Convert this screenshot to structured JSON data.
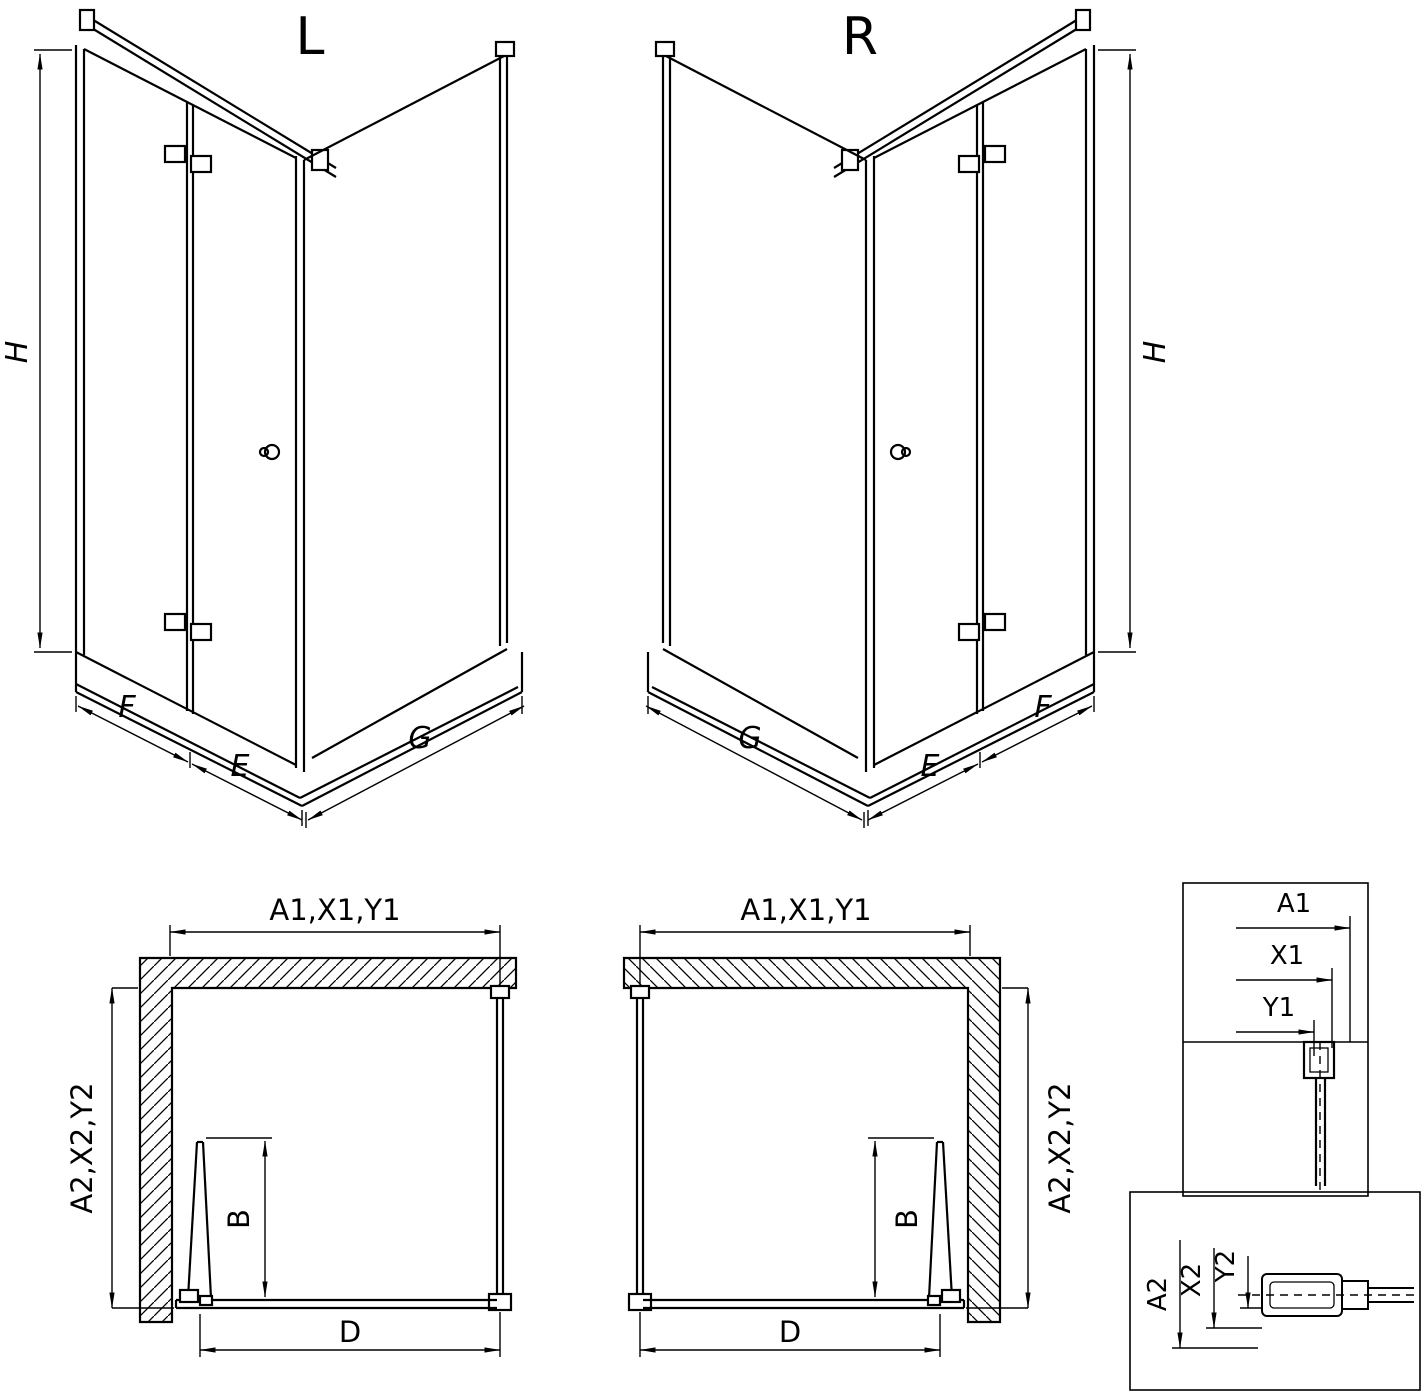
{
  "diagram": {
    "background": "#ffffff",
    "line_color": "#000000",
    "iso_left": {
      "title": "L",
      "dim_h": "H",
      "dim_f": "F",
      "dim_e": "E",
      "dim_g": "G"
    },
    "iso_right": {
      "title": "R",
      "dim_h": "H",
      "dim_f": "F",
      "dim_e": "E",
      "dim_g": "G"
    },
    "plan_left": {
      "dim_top": "A1,X1,Y1",
      "dim_side": "A2,X2,Y2",
      "dim_b": "B",
      "dim_d": "D"
    },
    "plan_right": {
      "dim_top": "A1,X1,Y1",
      "dim_side": "A2,X2,Y2",
      "dim_b": "B",
      "dim_d": "D"
    },
    "detail_top": {
      "a1": "A1",
      "x1": "X1",
      "y1": "Y1"
    },
    "detail_bottom": {
      "a2": "A2",
      "x2": "X2",
      "y2": "Y2"
    }
  }
}
